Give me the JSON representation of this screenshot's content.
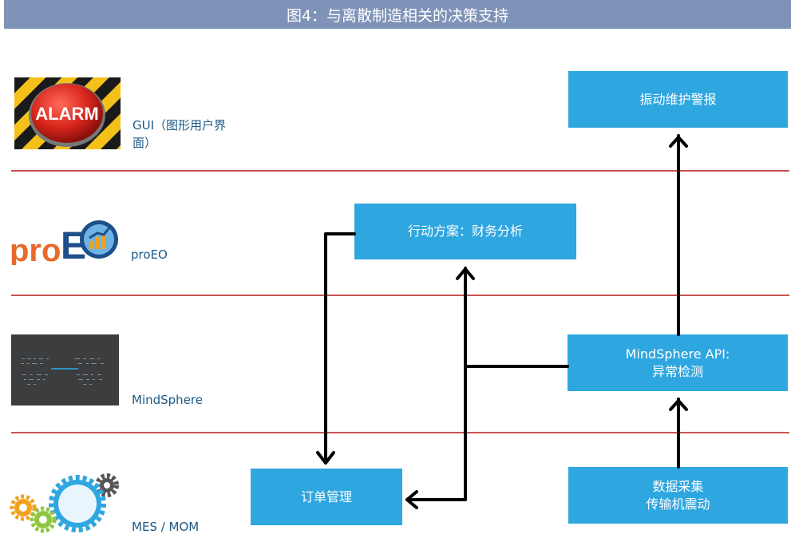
{
  "title": "图4：与离散制造相关的决策支持",
  "layers": [
    {
      "id": "gui",
      "label": "GUI（图形用户界面）"
    },
    {
      "id": "proeo",
      "label": "proEO"
    },
    {
      "id": "mindsphere",
      "label": "MindSphere"
    },
    {
      "id": "mes",
      "label": "MES / MOM"
    }
  ],
  "logos": {
    "alarm": {
      "text": "ALARM",
      "icon": "alarm-icon"
    },
    "proeo": {
      "text_pro": "pro",
      "text_e": "E",
      "icon": "proeo-logo-icon"
    },
    "mindsphere": {
      "icon": "mindsphere-screen-icon"
    },
    "mes": {
      "icon": "gears-icon"
    }
  },
  "boxes": {
    "vibration_alert": {
      "lines": [
        "振动维护警报"
      ]
    },
    "action_plan": {
      "lines": [
        "行动方案：财务分析"
      ]
    },
    "mindsphere_api": {
      "lines": [
        "MindSphere API:",
        "异常检测"
      ]
    },
    "data_collection": {
      "lines": [
        "数据采集",
        "传输机震动"
      ]
    },
    "order_management": {
      "lines": [
        "订单管理"
      ]
    }
  },
  "colors": {
    "title_bar": "#7f93b8",
    "divider": "#c9514f",
    "box": "#2ea6e0",
    "label": "#1e5a86",
    "arrow": "#000000"
  }
}
